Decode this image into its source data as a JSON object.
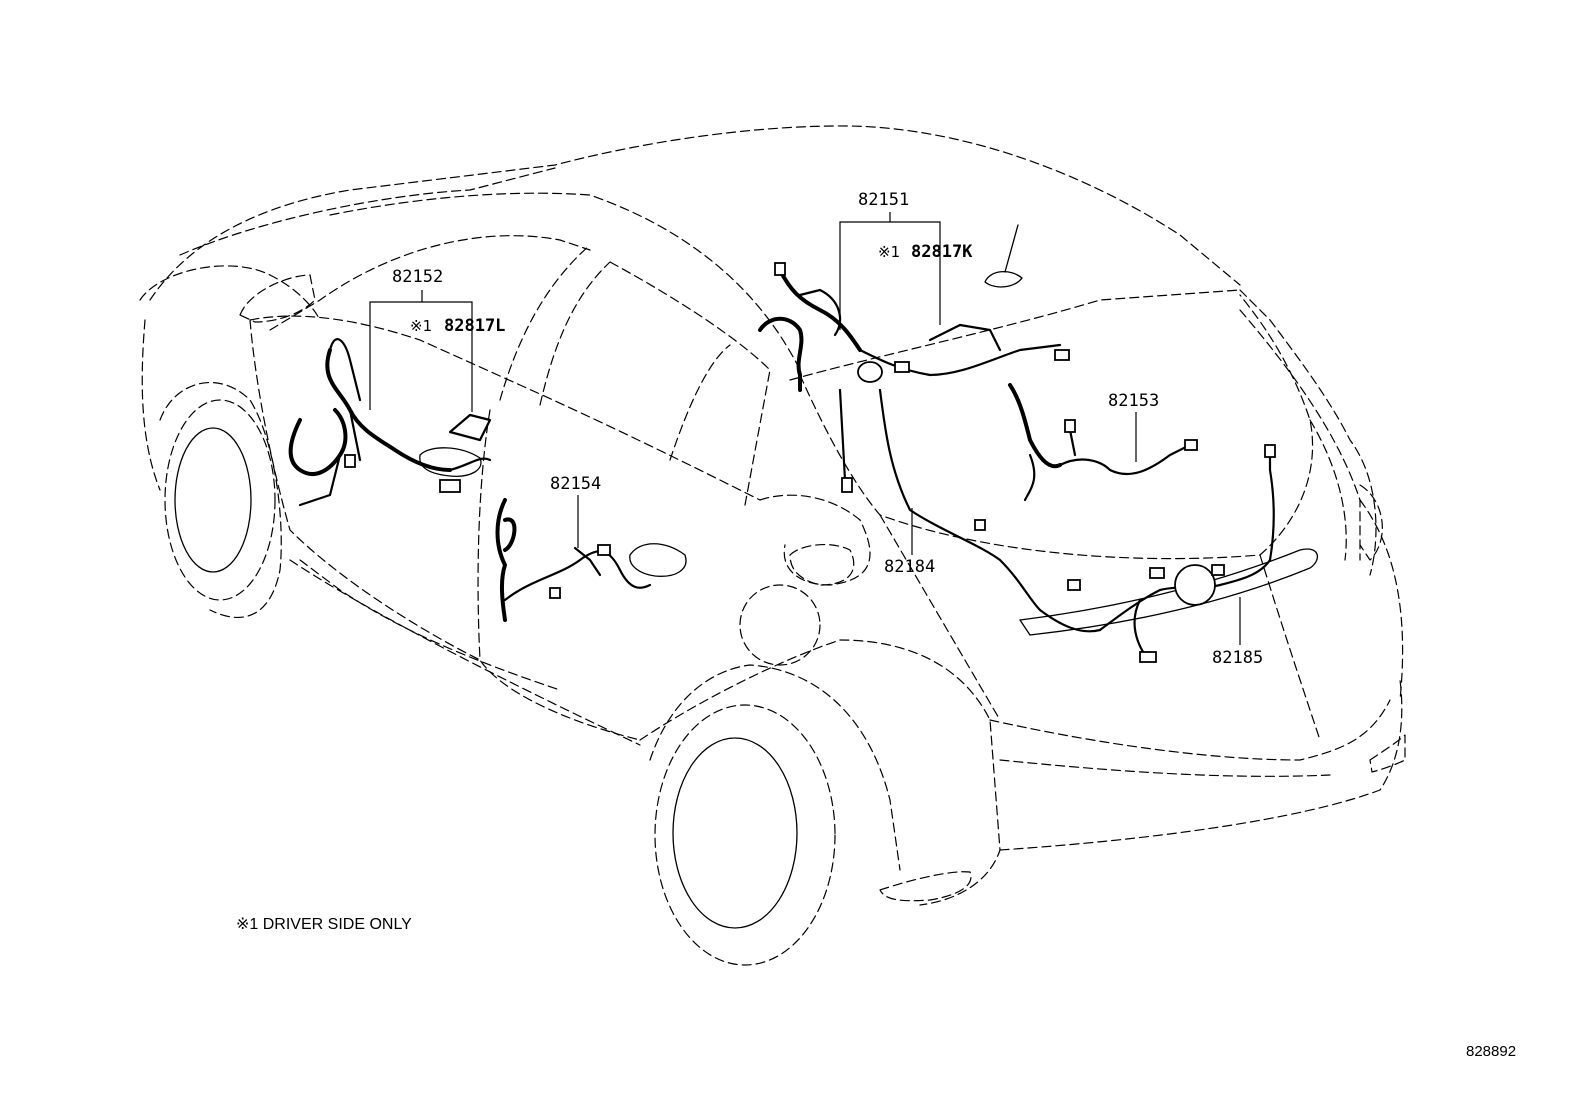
{
  "labels": {
    "p82151": "82151",
    "p82817k": "82817K",
    "p82152": "82152",
    "p82817l": "82817L",
    "p82153": "82153",
    "p82154": "82154",
    "p82184": "82184",
    "p82185": "82185"
  },
  "marks": {
    "note_mark_k": "※1",
    "note_mark_l": "※1"
  },
  "footnote": "※1 DRIVER SIDE ONLY",
  "reference_number": "828892"
}
